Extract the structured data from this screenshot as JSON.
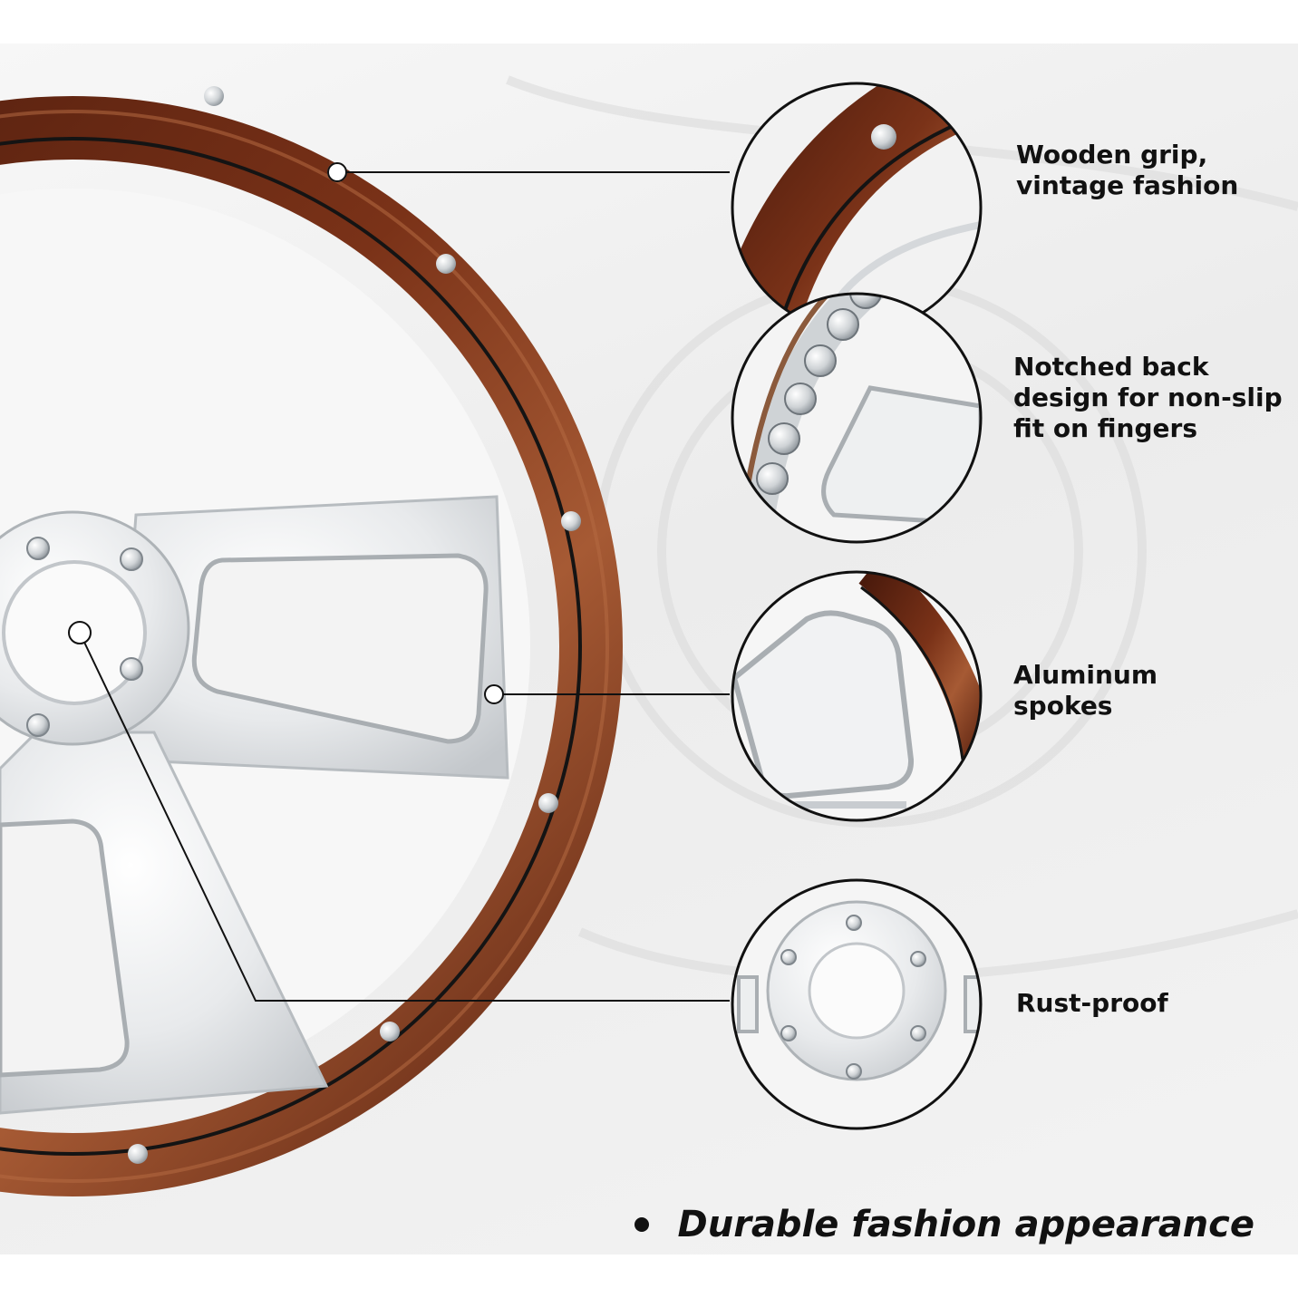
{
  "colors": {
    "wood": "#6b2a14",
    "wood_highlight": "#a65a34",
    "chrome": "#e6e8ea",
    "leader_line": "#111111",
    "text": "#111111"
  },
  "features": [
    {
      "label": "Wooden grip,\nvintage fashion",
      "detail": "wood-rim-closeup"
    },
    {
      "label": "Notched back\ndesign for non-slip\nfit on fingers",
      "detail": "notched-back-closeup"
    },
    {
      "label": "Aluminum\nspokes",
      "detail": "aluminum-spoke-closeup"
    },
    {
      "label": "Rust-proof",
      "detail": "chrome-hub-closeup"
    }
  ],
  "tagline": "Durable fashion appearance"
}
